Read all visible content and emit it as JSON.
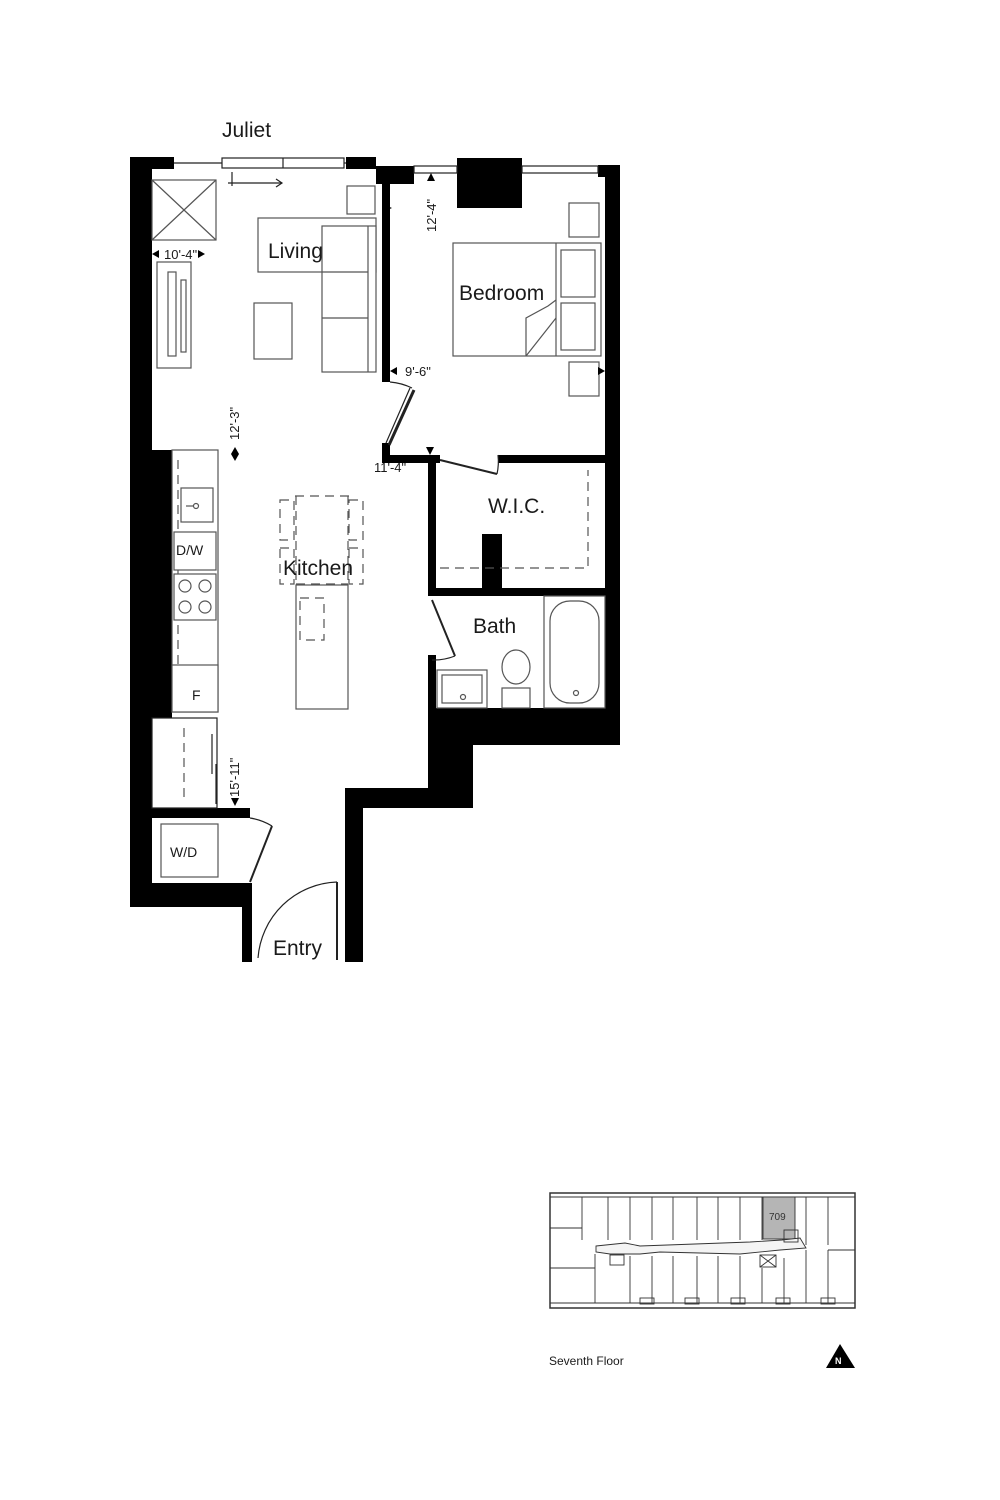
{
  "labels": {
    "juliet": "Juliet",
    "living": "Living",
    "bedroom": "Bedroom",
    "kitchen": "Kitchen",
    "wic": "W.I.C.",
    "bath": "Bath",
    "entry": "Entry",
    "dishwasher": "D/W",
    "fridge": "F",
    "washer_dryer": "W/D"
  },
  "dimensions": {
    "living_width": "10'-4\"",
    "living_kitchen_length": "12'-3\"",
    "bedroom_length": "12'-4\"",
    "bedroom_width": "9'-6\"",
    "kitchen_width": "11'-4\"",
    "entry_length": "15'-11\""
  },
  "key_plan": {
    "unit_number": "709",
    "floor_label": "Seventh Floor",
    "north_label": "N"
  }
}
